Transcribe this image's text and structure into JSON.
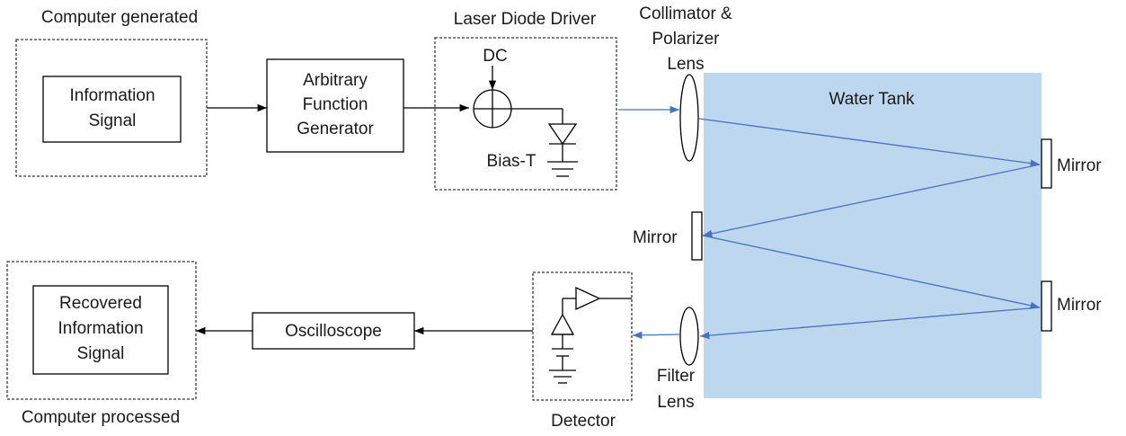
{
  "diagram": {
    "computer_generated": "Computer generated",
    "information_signal_line1": "Information",
    "information_signal_line2": "Signal",
    "afg_line1": "Arbitrary",
    "afg_line2": "Function",
    "afg_line3": "Generator",
    "laser_diode_driver": "Laser Diode Driver",
    "dc": "DC",
    "bias_t": "Bias-T",
    "collimator_line1": "Collimator &",
    "collimator_line2": "Polarizer",
    "collimator_line3": "Lens",
    "water_tank": "Water Tank",
    "mirror_top": "Mirror",
    "mirror_mid": "Mirror",
    "mirror_bottom": "Mirror",
    "filter_line1": "Filter",
    "filter_line2": "Lens",
    "detector": "Detector",
    "oscilloscope": "Oscilloscope",
    "recovered_line1": "Recovered",
    "recovered_line2": "Information",
    "recovered_line3": "Signal",
    "computer_processed": "Computer processed"
  },
  "colors": {
    "water_tank_fill": "#bdd7ee",
    "beam": "#4472c4"
  }
}
